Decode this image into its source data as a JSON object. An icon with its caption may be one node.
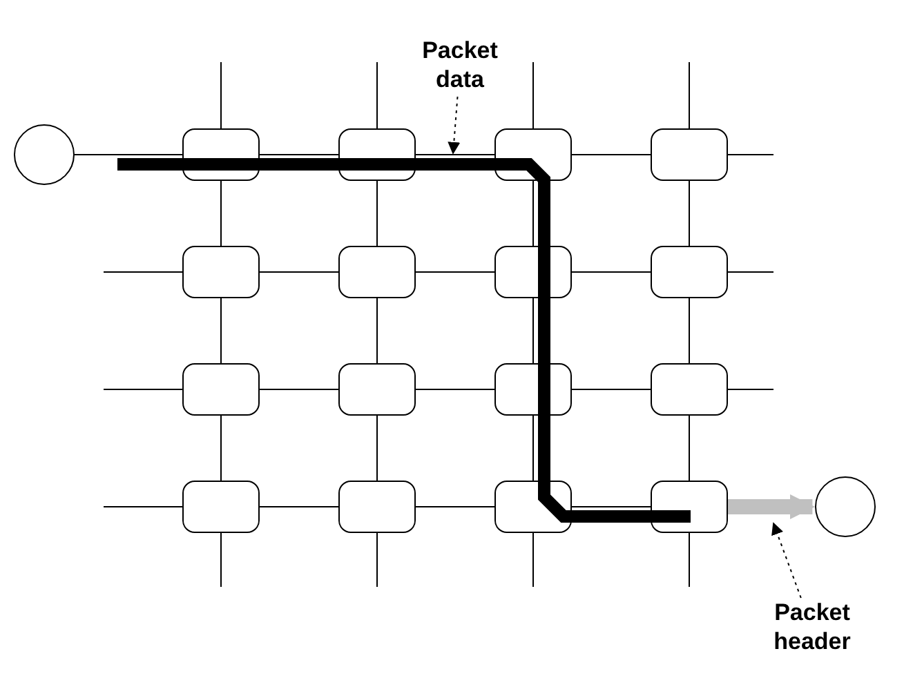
{
  "diagram": {
    "nodes": [
      {
        "text": [],
        "shape": "circle"
      },
      {
        "text": [],
        "shape": "box"
      },
      {
        "text": [],
        "shape": "box"
      },
      {
        "text": [],
        "shape": "box"
      },
      {
        "text": [],
        "shape": "box"
      },
      {
        "text": [],
        "shape": "box"
      },
      {
        "text": [],
        "shape": "box"
      },
      {
        "text": [],
        "shape": "box"
      },
      {
        "text": [],
        "shape": "box"
      },
      {
        "text": [],
        "shape": "box"
      },
      {
        "text": [],
        "shape": "box"
      },
      {
        "text": [],
        "shape": "box"
      },
      {
        "text": [],
        "shape": "box"
      },
      {
        "text": [],
        "shape": "box"
      },
      {
        "text": [],
        "shape": "box"
      },
      {
        "text": [],
        "shape": "box"
      },
      {
        "text": [],
        "shape": "box"
      },
      {
        "text": [],
        "shape": "circle"
      },
      {
        "text": [
          "Packet data"
        ]
      },
      {
        "text": [
          "Packet header"
        ]
      }
    ],
    "edges": [
      {
        "from": 0,
        "to": 1,
        "arrow": "none"
      },
      {
        "from": 1,
        "to": 2,
        "arrow": "none"
      },
      {
        "from": 2,
        "to": 3,
        "arrow": "none"
      },
      {
        "from": 3,
        "to": 4,
        "arrow": "none"
      },
      {
        "from": 5,
        "to": 6,
        "arrow": "none"
      },
      {
        "from": 6,
        "to": 7,
        "arrow": "none"
      },
      {
        "from": 7,
        "to": 8,
        "arrow": "none"
      },
      {
        "from": 9,
        "to": 10,
        "arrow": "none"
      },
      {
        "from": 10,
        "to": 11,
        "arrow": "none"
      },
      {
        "from": 11,
        "to": 12,
        "arrow": "none"
      },
      {
        "from": 13,
        "to": 14,
        "arrow": "none"
      },
      {
        "from": 14,
        "to": 15,
        "arrow": "none"
      },
      {
        "from": 15,
        "to": 16,
        "arrow": "none"
      },
      {
        "from": 1,
        "to": 5,
        "arrow": "none"
      },
      {
        "from": 5,
        "to": 9,
        "arrow": "none"
      },
      {
        "from": 9,
        "to": 13,
        "arrow": "none"
      },
      {
        "from": 2,
        "to": 6,
        "arrow": "none"
      },
      {
        "from": 6,
        "to": 10,
        "arrow": "none"
      },
      {
        "from": 10,
        "to": 14,
        "arrow": "none"
      },
      {
        "from": 3,
        "to": 7,
        "arrow": "none"
      },
      {
        "from": 7,
        "to": 11,
        "arrow": "none"
      },
      {
        "from": 11,
        "to": 15,
        "arrow": "none"
      },
      {
        "from": 4,
        "to": 8,
        "arrow": "none"
      },
      {
        "from": 8,
        "to": 12,
        "arrow": "none"
      },
      {
        "from": 12,
        "to": 16,
        "arrow": "none"
      },
      {
        "from": 16,
        "to": 17,
        "arrow": "to",
        "style": "thick",
        "color": "#c0c0c0"
      },
      {
        "from": null,
        "to": 1,
        "arrow": "none"
      },
      {
        "from": null,
        "to": 2,
        "arrow": "none"
      },
      {
        "from": null,
        "to": 3,
        "arrow": "none"
      },
      {
        "from": null,
        "to": 4,
        "arrow": "none"
      },
      {
        "from": 13,
        "to": null,
        "arrow": "none"
      },
      {
        "from": 14,
        "to": null,
        "arrow": "none"
      },
      {
        "from": 15,
        "to": null,
        "arrow": "none"
      },
      {
        "from": 16,
        "to": null,
        "arrow": "none"
      },
      {
        "from": null,
        "to": 5,
        "arrow": "none"
      },
      {
        "from": null,
        "to": 9,
        "arrow": "none"
      },
      {
        "from": null,
        "to": 13,
        "arrow": "none"
      },
      {
        "from": 4,
        "to": null,
        "arrow": "none"
      },
      {
        "from": 8,
        "to": null,
        "arrow": "none"
      },
      {
        "from": 12,
        "to": null,
        "arrow": "none"
      },
      {
        "from": 18,
        "to": null,
        "arrow": "to",
        "style": "dashed"
      },
      {
        "from": 19,
        "to": null,
        "arrow": "to",
        "style": "dashed"
      },
      {
        "from": null,
        "to": 16,
        "arrow": "none",
        "style": "thick"
      }
    ]
  }
}
